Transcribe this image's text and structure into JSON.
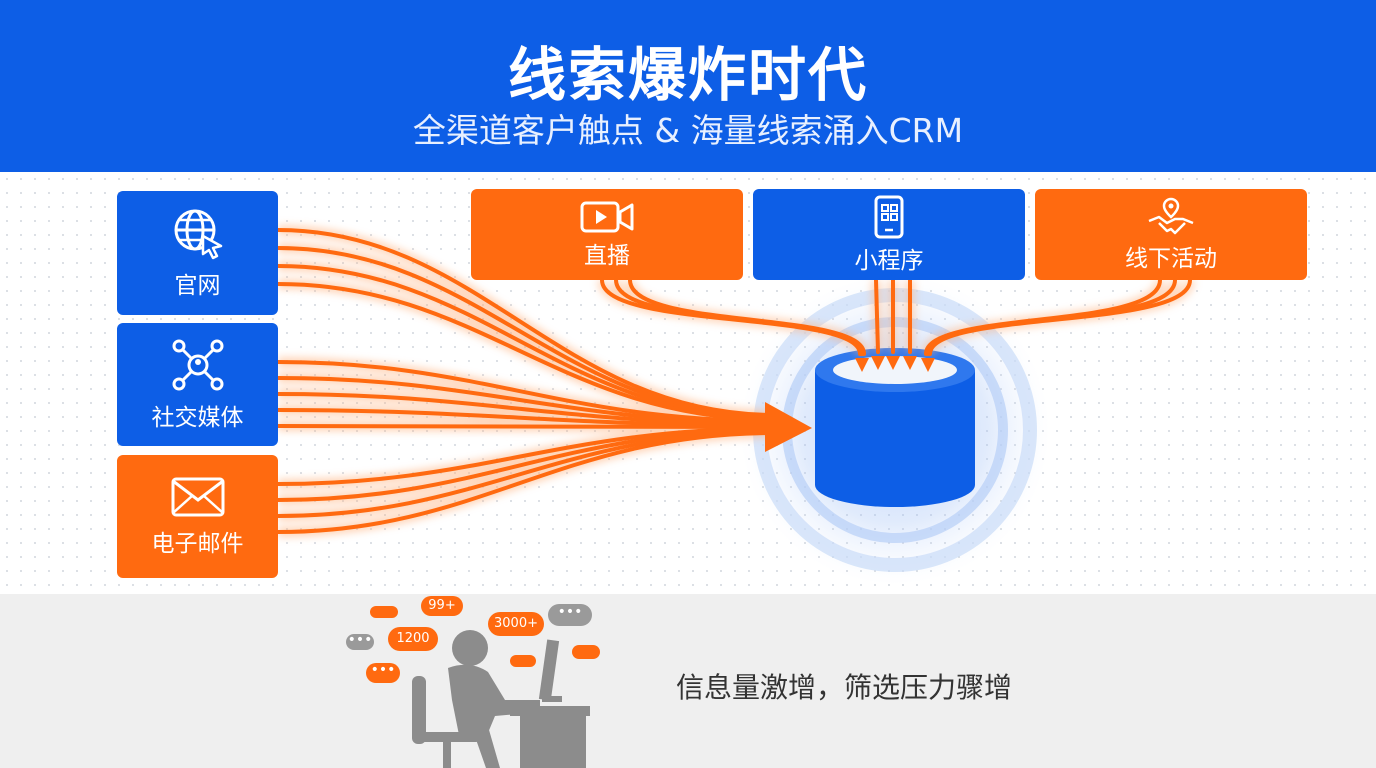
{
  "header": {
    "title": "线索爆炸时代",
    "subtitle": "全渠道客户触点 & 海量线索涌入CRM"
  },
  "sources_left": [
    {
      "label": "官网",
      "icon": "globe-cursor-icon",
      "color": "#0d5ee6"
    },
    {
      "label": "社交媒体",
      "icon": "social-network-icon",
      "color": "#0d5ee6"
    },
    {
      "label": "电子邮件",
      "icon": "envelope-icon",
      "color": "#ff6a10"
    }
  ],
  "sources_top": [
    {
      "label": "直播",
      "icon": "video-camera-icon",
      "color": "#ff6a10"
    },
    {
      "label": "小程序",
      "icon": "mobile-app-icon",
      "color": "#0d5ee6"
    },
    {
      "label": "线下活动",
      "icon": "handshake-location-icon",
      "color": "#ff6a10"
    }
  ],
  "bubbles": [
    {
      "text": "99+",
      "color": "#ff6a10"
    },
    {
      "text": "1200",
      "color": "#ff6a10"
    },
    {
      "text": "3000+",
      "color": "#ff6a10"
    }
  ],
  "bottom": {
    "caption": "信息量激增，筛选压力骤增"
  },
  "colors": {
    "blue": "#0d5ee6",
    "orange": "#ff6a10",
    "grey": "#8c8c8c"
  }
}
